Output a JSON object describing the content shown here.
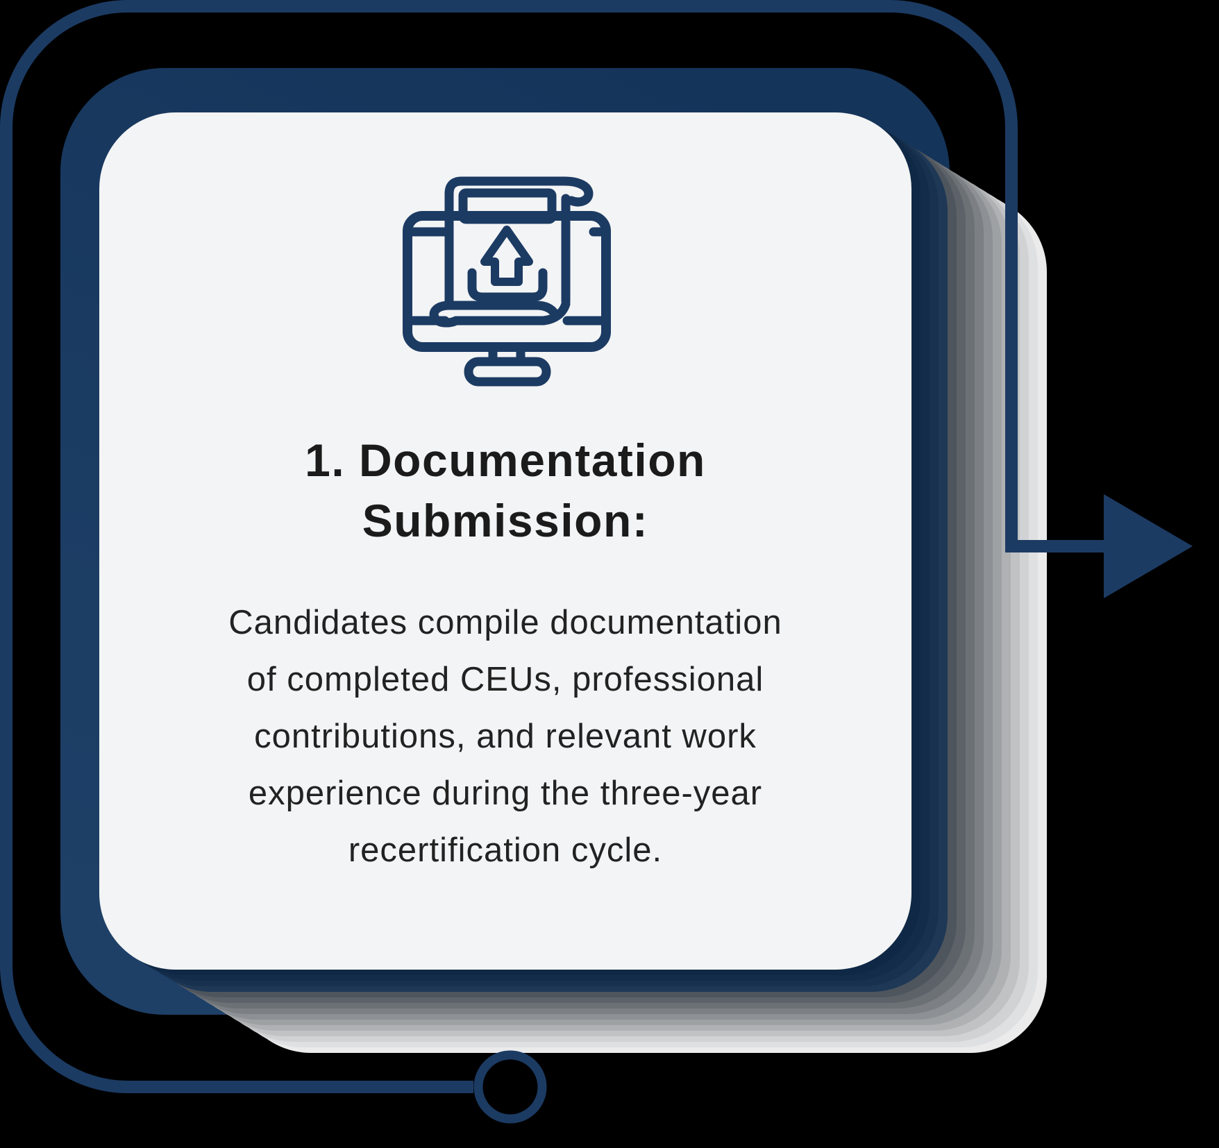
{
  "background_color": "#000000",
  "palette": {
    "navy_line": "#1c3b63",
    "navy_fill": "#17375f",
    "card_background": "#f3f4f5",
    "title_color": "#1b1b1b",
    "body_color": "#222222",
    "shadow_near": "#0f2845",
    "shadow_far": "#ebebec"
  },
  "card": {
    "icon_name": "document-upload-monitor-icon",
    "title_lines": [
      "1. Documentation",
      "Submission:"
    ],
    "body_lines": [
      "Candidates compile documentation",
      "of completed CEUs, professional",
      "contributions, and relevant work",
      "experience during the three-year",
      "recertification cycle."
    ]
  },
  "connector": {
    "arrow_icon": "right-arrow-icon",
    "node_icon": "circle-node-icon"
  }
}
